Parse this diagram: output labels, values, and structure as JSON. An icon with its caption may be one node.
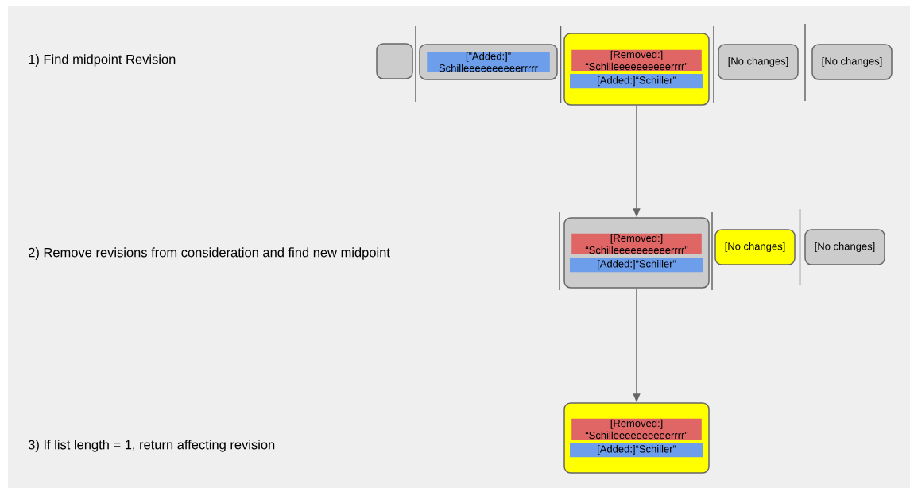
{
  "diagram": {
    "nodes": [
      {
        "text": [],
        "shape": "box"
      },
      {
        "text": [
          "[”Added:]” Schilleeeeeeeeeerrrrr"
        ]
      },
      {
        "text": [
          "[Removed:] “Schilleeeeeeeeeerrrr”",
          "[Added:]“Schiller”"
        ]
      },
      {
        "text": [
          "[No changes]"
        ]
      },
      {
        "text": [
          "[No changes]"
        ]
      },
      {
        "text": [
          "[Removed:] “Schilleeeeeeeeeerrrr”",
          "[Added:]“Schiller”"
        ]
      },
      {
        "text": [
          "[No changes]"
        ]
      },
      {
        "text": [
          "[No changes]"
        ]
      },
      {
        "text": [
          "[Removed:] “Schilleeeeeeeeeerrrr”",
          "[Added:]“Schiller”"
        ]
      }
    ],
    "edges": [
      {
        "from": 2,
        "to": 5,
        "arrow": "to"
      },
      {
        "from": 5,
        "to": 8,
        "arrow": "to"
      }
    ],
    "labels": [
      "1) Find midpoint Revision",
      "2) Remove revisions from consideration and find new midpoint",
      "3) If list length = 1, return affecting revision"
    ]
  }
}
